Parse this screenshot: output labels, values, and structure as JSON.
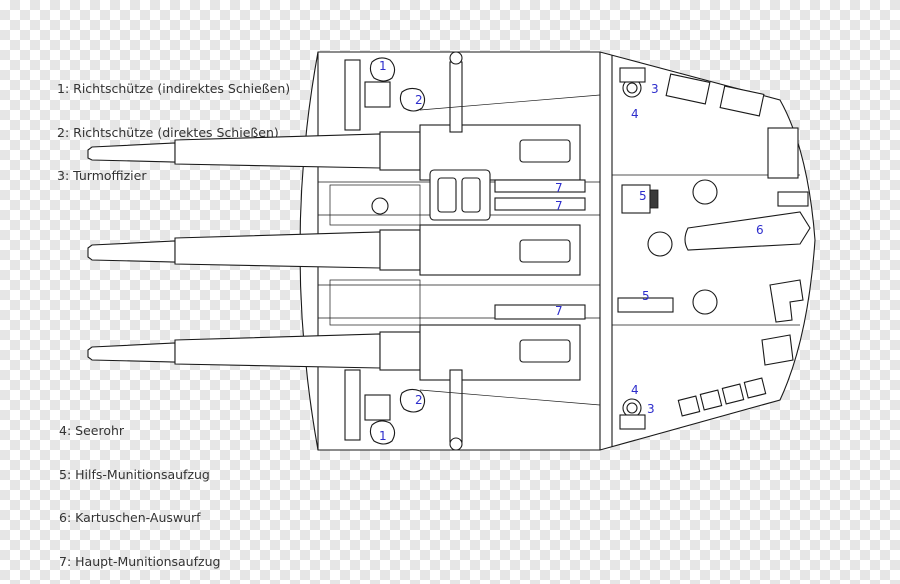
{
  "legend_top": [
    "1: Richtschütze (indirektes Schießen)",
    "2: Richtschütze (direktes Schießen)",
    "3: Turmoffizier"
  ],
  "legend_bottom": [
    "4: Seerohr",
    "5: Hilfs-Munitionsaufzug",
    "6: Kartuschen-Auswurf",
    "7: Haupt-Munitionsaufzug"
  ],
  "markers": {
    "m1_top": "1",
    "m2_top": "2",
    "m3_top": "3",
    "m4_top": "4",
    "m5_upper": "5",
    "m6": "6",
    "m7_a": "7",
    "m7_b": "7",
    "m5_lower": "5",
    "m7_c": "7",
    "m4_bottom": "4",
    "m3_bottom": "3",
    "m2_bottom": "2",
    "m1_bottom": "1"
  },
  "colors": {
    "line": "#1a1a1a",
    "marker": "#2d2dcc",
    "legend_text": "#333333"
  }
}
